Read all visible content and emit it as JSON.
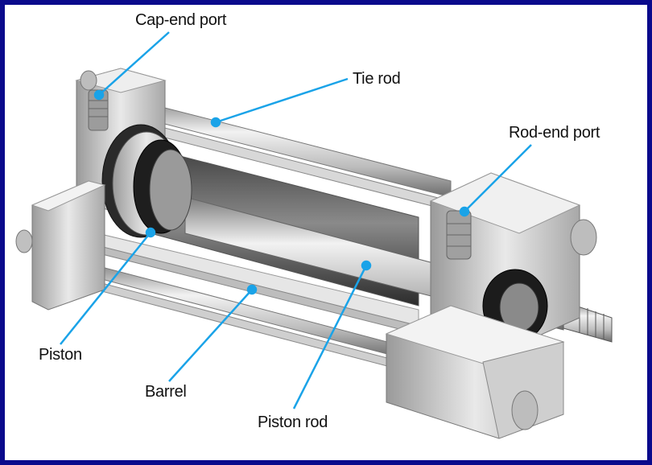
{
  "labels": {
    "cap_end_port": "Cap-end port",
    "tie_rod": "Tie rod",
    "rod_end_port": "Rod-end port",
    "piston": "Piston",
    "barrel": "Barrel",
    "piston_rod": "Piston rod"
  },
  "colors": {
    "frame": "#0a0a8c",
    "leader": "#1aa3e8"
  }
}
